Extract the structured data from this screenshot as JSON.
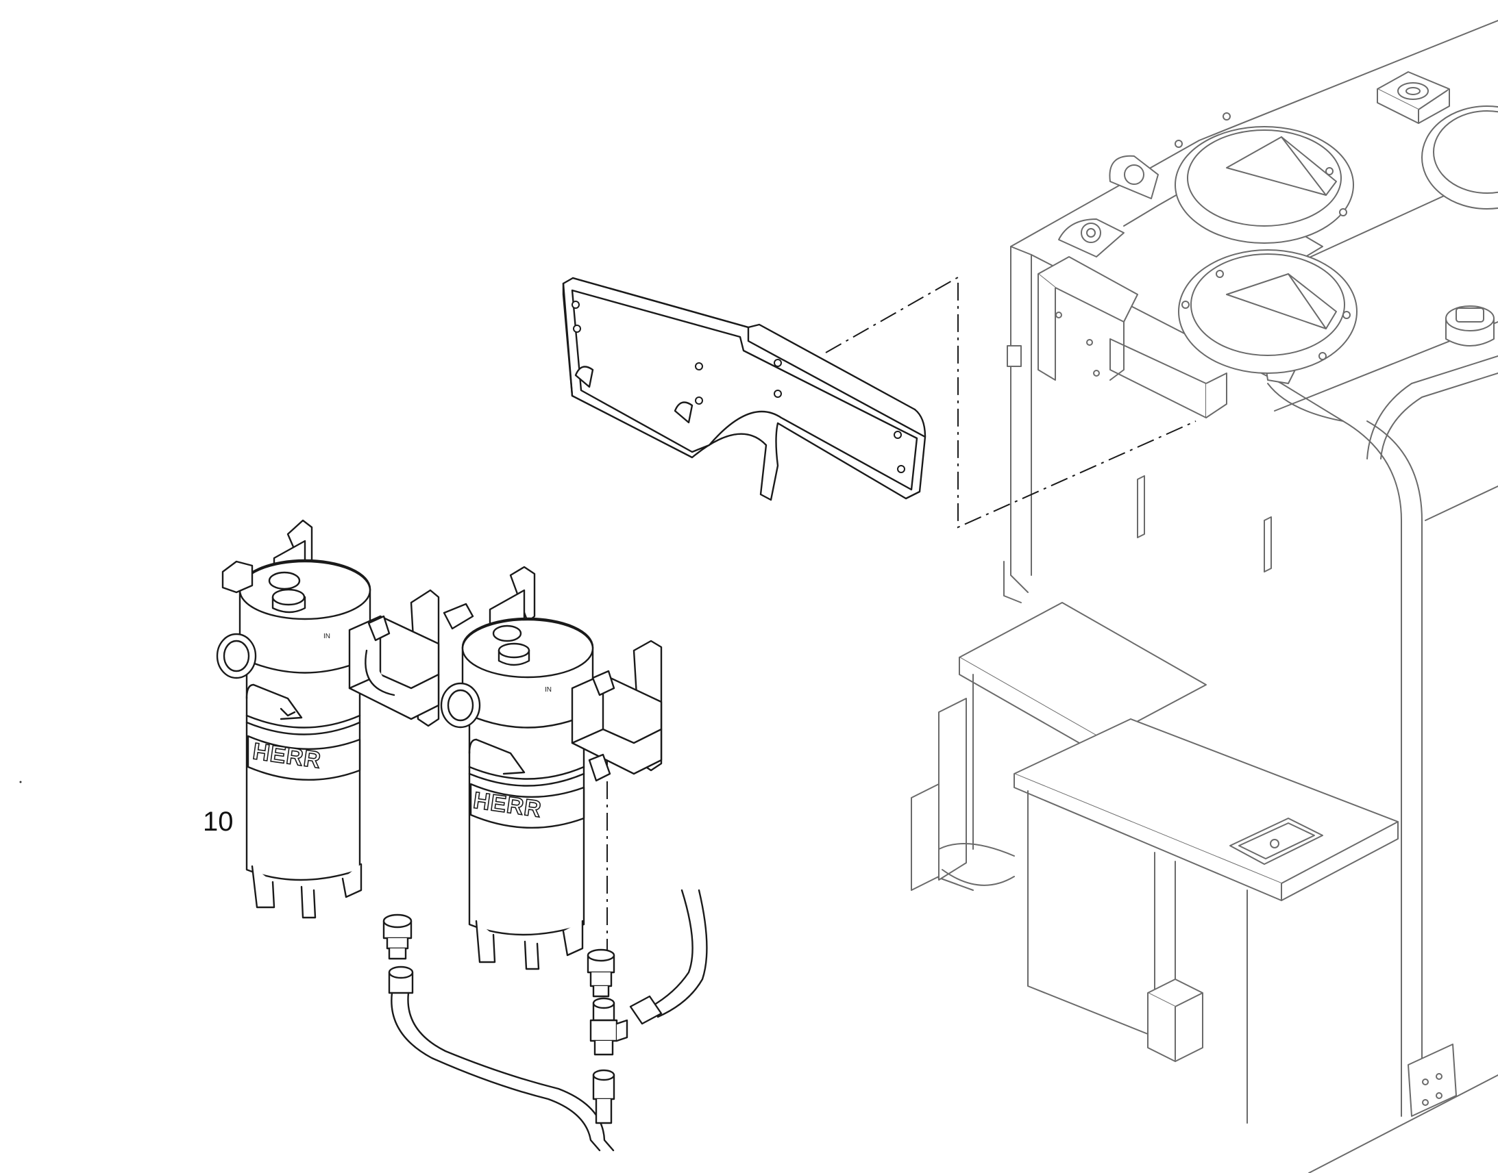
{
  "diagram": {
    "callouts": [
      {
        "id": "item-10",
        "label": "10"
      }
    ],
    "filter_brand_label": "HERR",
    "port_label": "IN",
    "line_color": "#1a1a1a",
    "background_color": "#ffffff",
    "secondary_line_color": "#6a6a6a"
  }
}
